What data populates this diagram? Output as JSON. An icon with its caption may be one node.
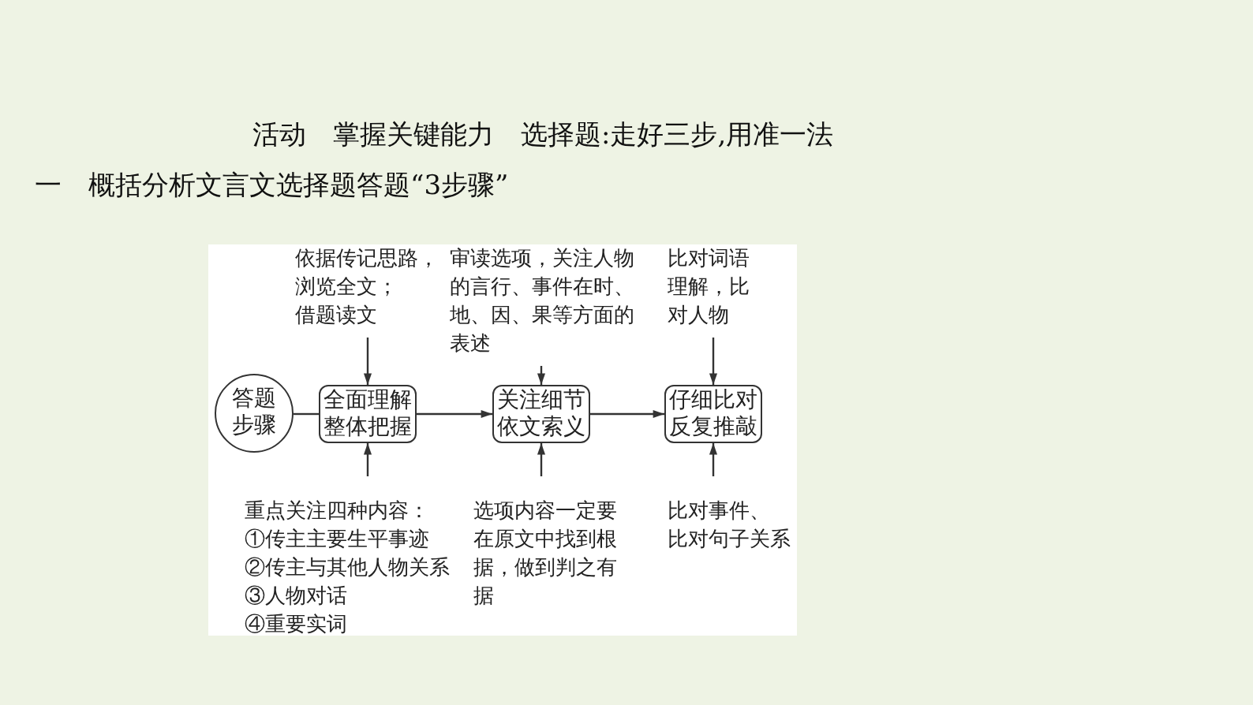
{
  "diagram": {
    "title": "活动　掌握关键能力　选择题:走好三步,用准一法",
    "nodes": [
      {
        "text": [
          "答题步骤"
        ]
      },
      {
        "text": [
          "全面理解整体把握"
        ]
      },
      {
        "text": [
          "关注细节依文索义"
        ]
      },
      {
        "text": [
          "仔细比对反复推敲"
        ]
      },
      {
        "text": [
          "依据传记思路，浏览全文；",
          "借题读文"
        ]
      },
      {
        "text": [
          "审读选项，关注人物的言行、事件在时、地、因、果等方面的表述"
        ]
      },
      {
        "text": [
          "比对词语理解，比对人物"
        ]
      },
      {
        "text": [
          "重点关注四种内容：",
          "①传主主要生平事迹",
          "②传主与其他人物关系",
          "③人物对话",
          "④重要实词"
        ]
      },
      {
        "text": [
          "选项内容一定要在原文中找到根据，做到判之有据"
        ]
      },
      {
        "text": [
          "比对事件、",
          "比对句子关系"
        ]
      }
    ],
    "edges": [
      {
        "from": 0,
        "to": 1,
        "arrow": "none"
      },
      {
        "from": 1,
        "to": 2,
        "arrow": "to"
      },
      {
        "from": 2,
        "to": 3,
        "arrow": "to"
      },
      {
        "from": 4,
        "to": 1,
        "arrow": "to"
      },
      {
        "from": 5,
        "to": 2,
        "arrow": "to"
      },
      {
        "from": 6,
        "to": 3,
        "arrow": "to"
      },
      {
        "from": 7,
        "to": 1,
        "arrow": "to"
      },
      {
        "from": 8,
        "to": 2,
        "arrow": "to"
      },
      {
        "from": 9,
        "to": 3,
        "arrow": "to"
      }
    ],
    "labels": [
      "一　概括分析文言文选择题答题“3步骤”"
    ]
  }
}
